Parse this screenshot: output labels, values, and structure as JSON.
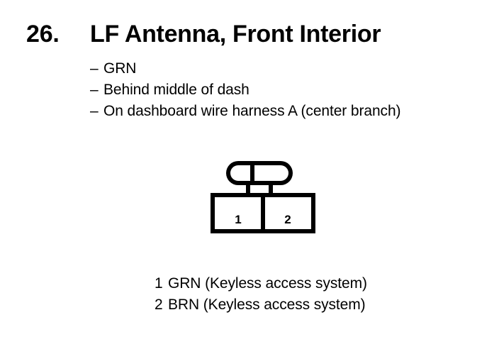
{
  "header": {
    "item_number": "26.",
    "title": "LF Antenna, Front Interior"
  },
  "details": {
    "dash": "–",
    "lines": [
      "GRN",
      "Behind middle of dash",
      "On dashboard wire harness A (center branch)"
    ]
  },
  "connector": {
    "type": "2-pin connector outline with locking tab",
    "stroke_color": "#000000",
    "fill_color": "#ffffff",
    "pins": [
      {
        "number": "1"
      },
      {
        "number": "2"
      }
    ]
  },
  "legend": {
    "rows": [
      {
        "number": "1",
        "text": "GRN (Keyless access system)"
      },
      {
        "number": "2",
        "text": "BRN (Keyless access system)"
      }
    ]
  },
  "page": {
    "background_color": "#ffffff",
    "text_color": "#000000"
  }
}
